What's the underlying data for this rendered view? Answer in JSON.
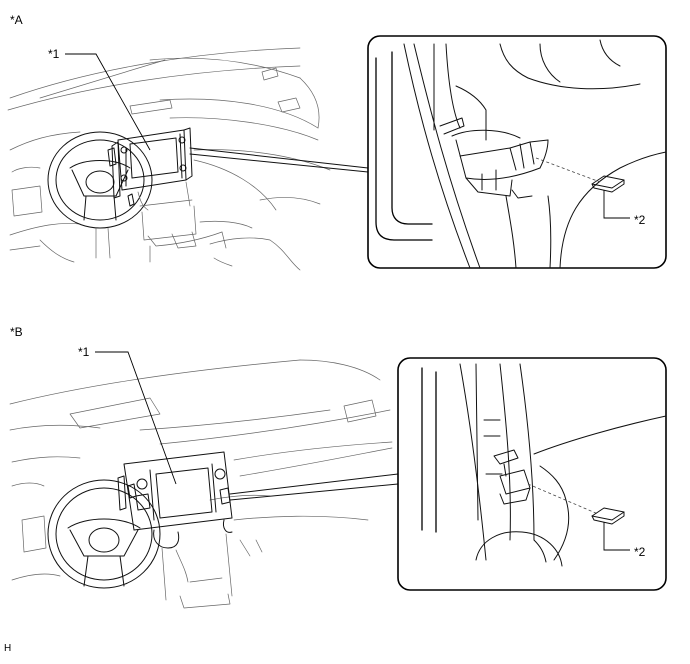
{
  "views": [
    {
      "id": "A",
      "label": "*A",
      "callout_1": "*1",
      "callout_2": "*2"
    },
    {
      "id": "B",
      "label": "*B",
      "callout_1": "*1",
      "callout_2": "*2"
    }
  ],
  "footer_code": "H"
}
